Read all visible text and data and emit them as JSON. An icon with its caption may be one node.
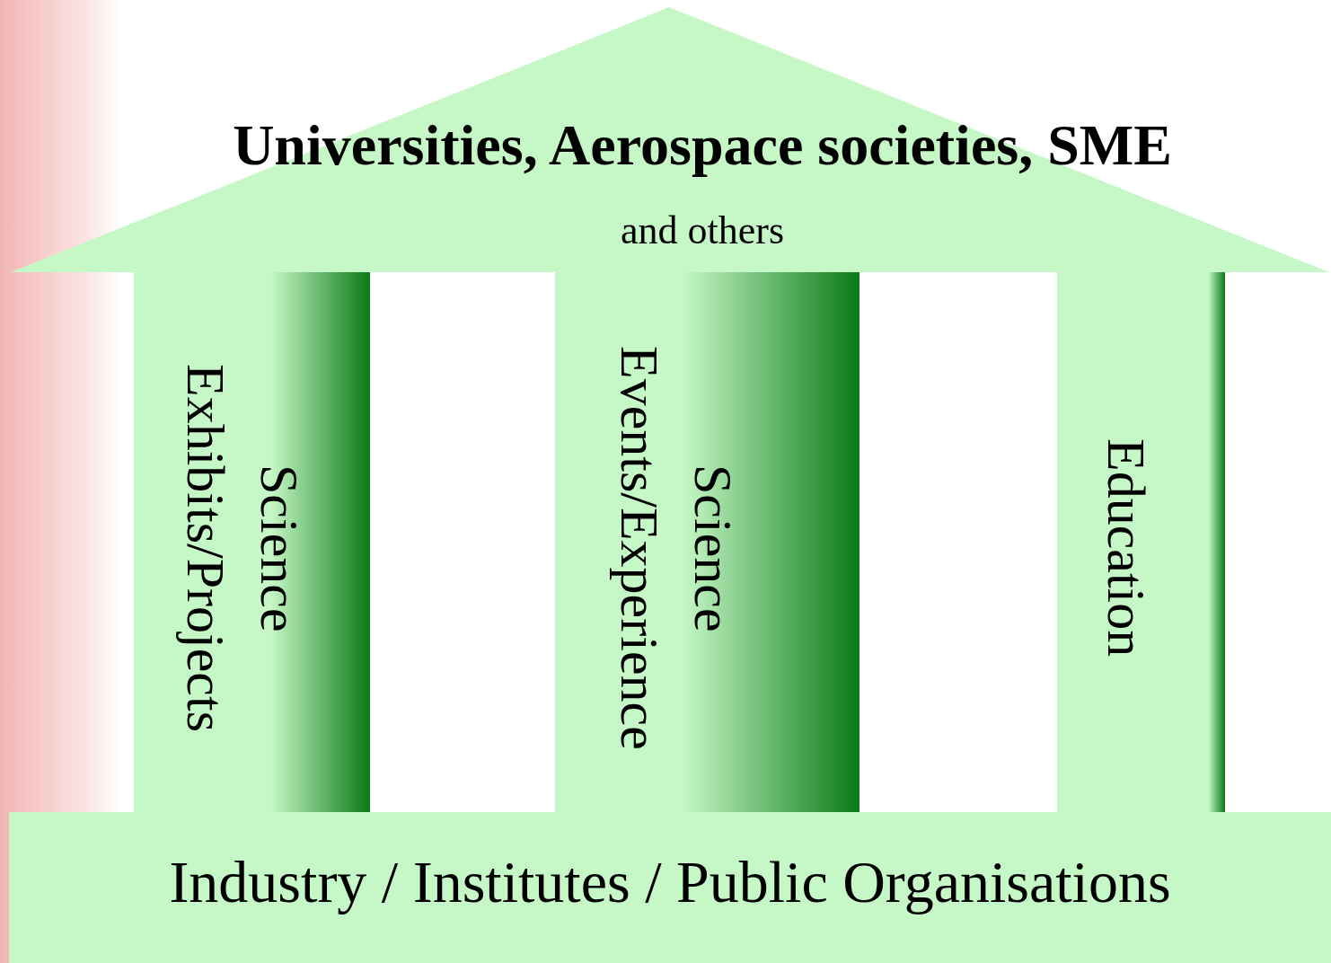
{
  "diagram": {
    "nodes": [
      {
        "text": [
          "**Universities, Aerospace societies, SME** and others"
        ]
      },
      {
        "text": [
          "Science Exhibits/Projects"
        ]
      },
      {
        "text": [
          "Science Events/Experience"
        ]
      },
      {
        "text": [
          "Education"
        ]
      },
      {
        "text": [
          "Industry / Institutes / Public Organisations"
        ]
      }
    ],
    "edges": []
  }
}
